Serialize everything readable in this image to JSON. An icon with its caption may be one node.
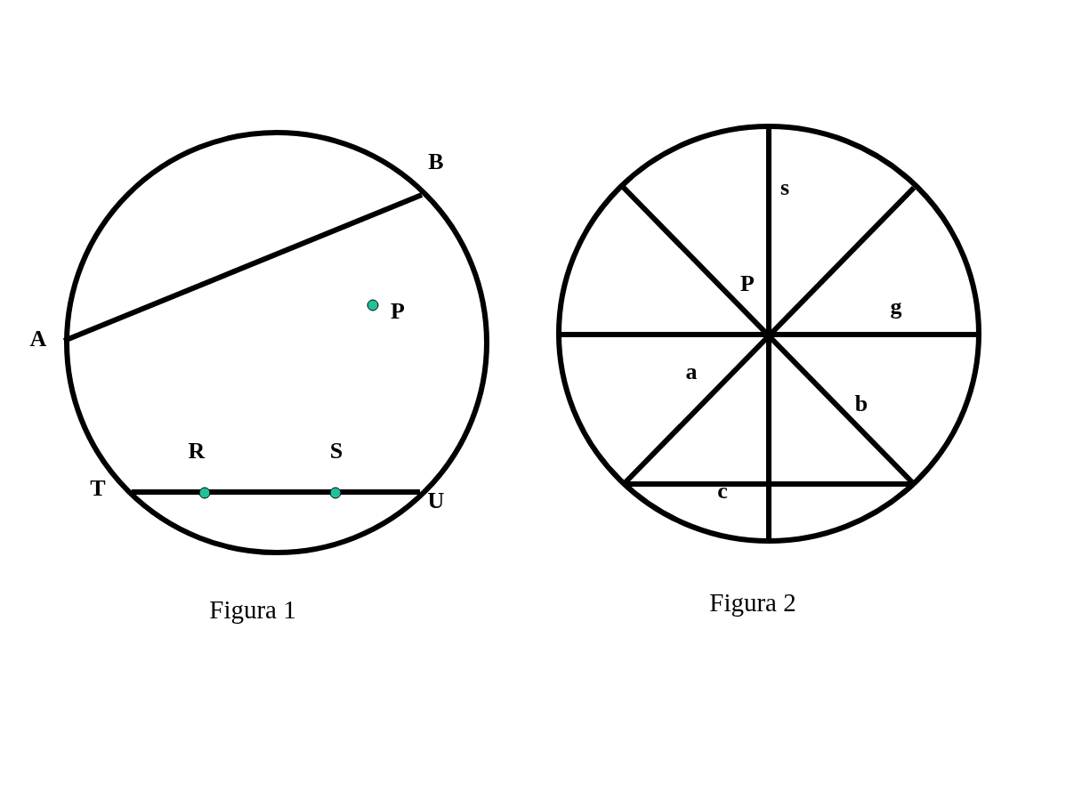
{
  "diagram": {
    "labels": [
      "B",
      "P",
      "A",
      "R",
      "S",
      "T",
      "U",
      "Figura 1",
      "s",
      "P",
      "g",
      "a",
      "b",
      "c",
      "Figura 2"
    ]
  }
}
